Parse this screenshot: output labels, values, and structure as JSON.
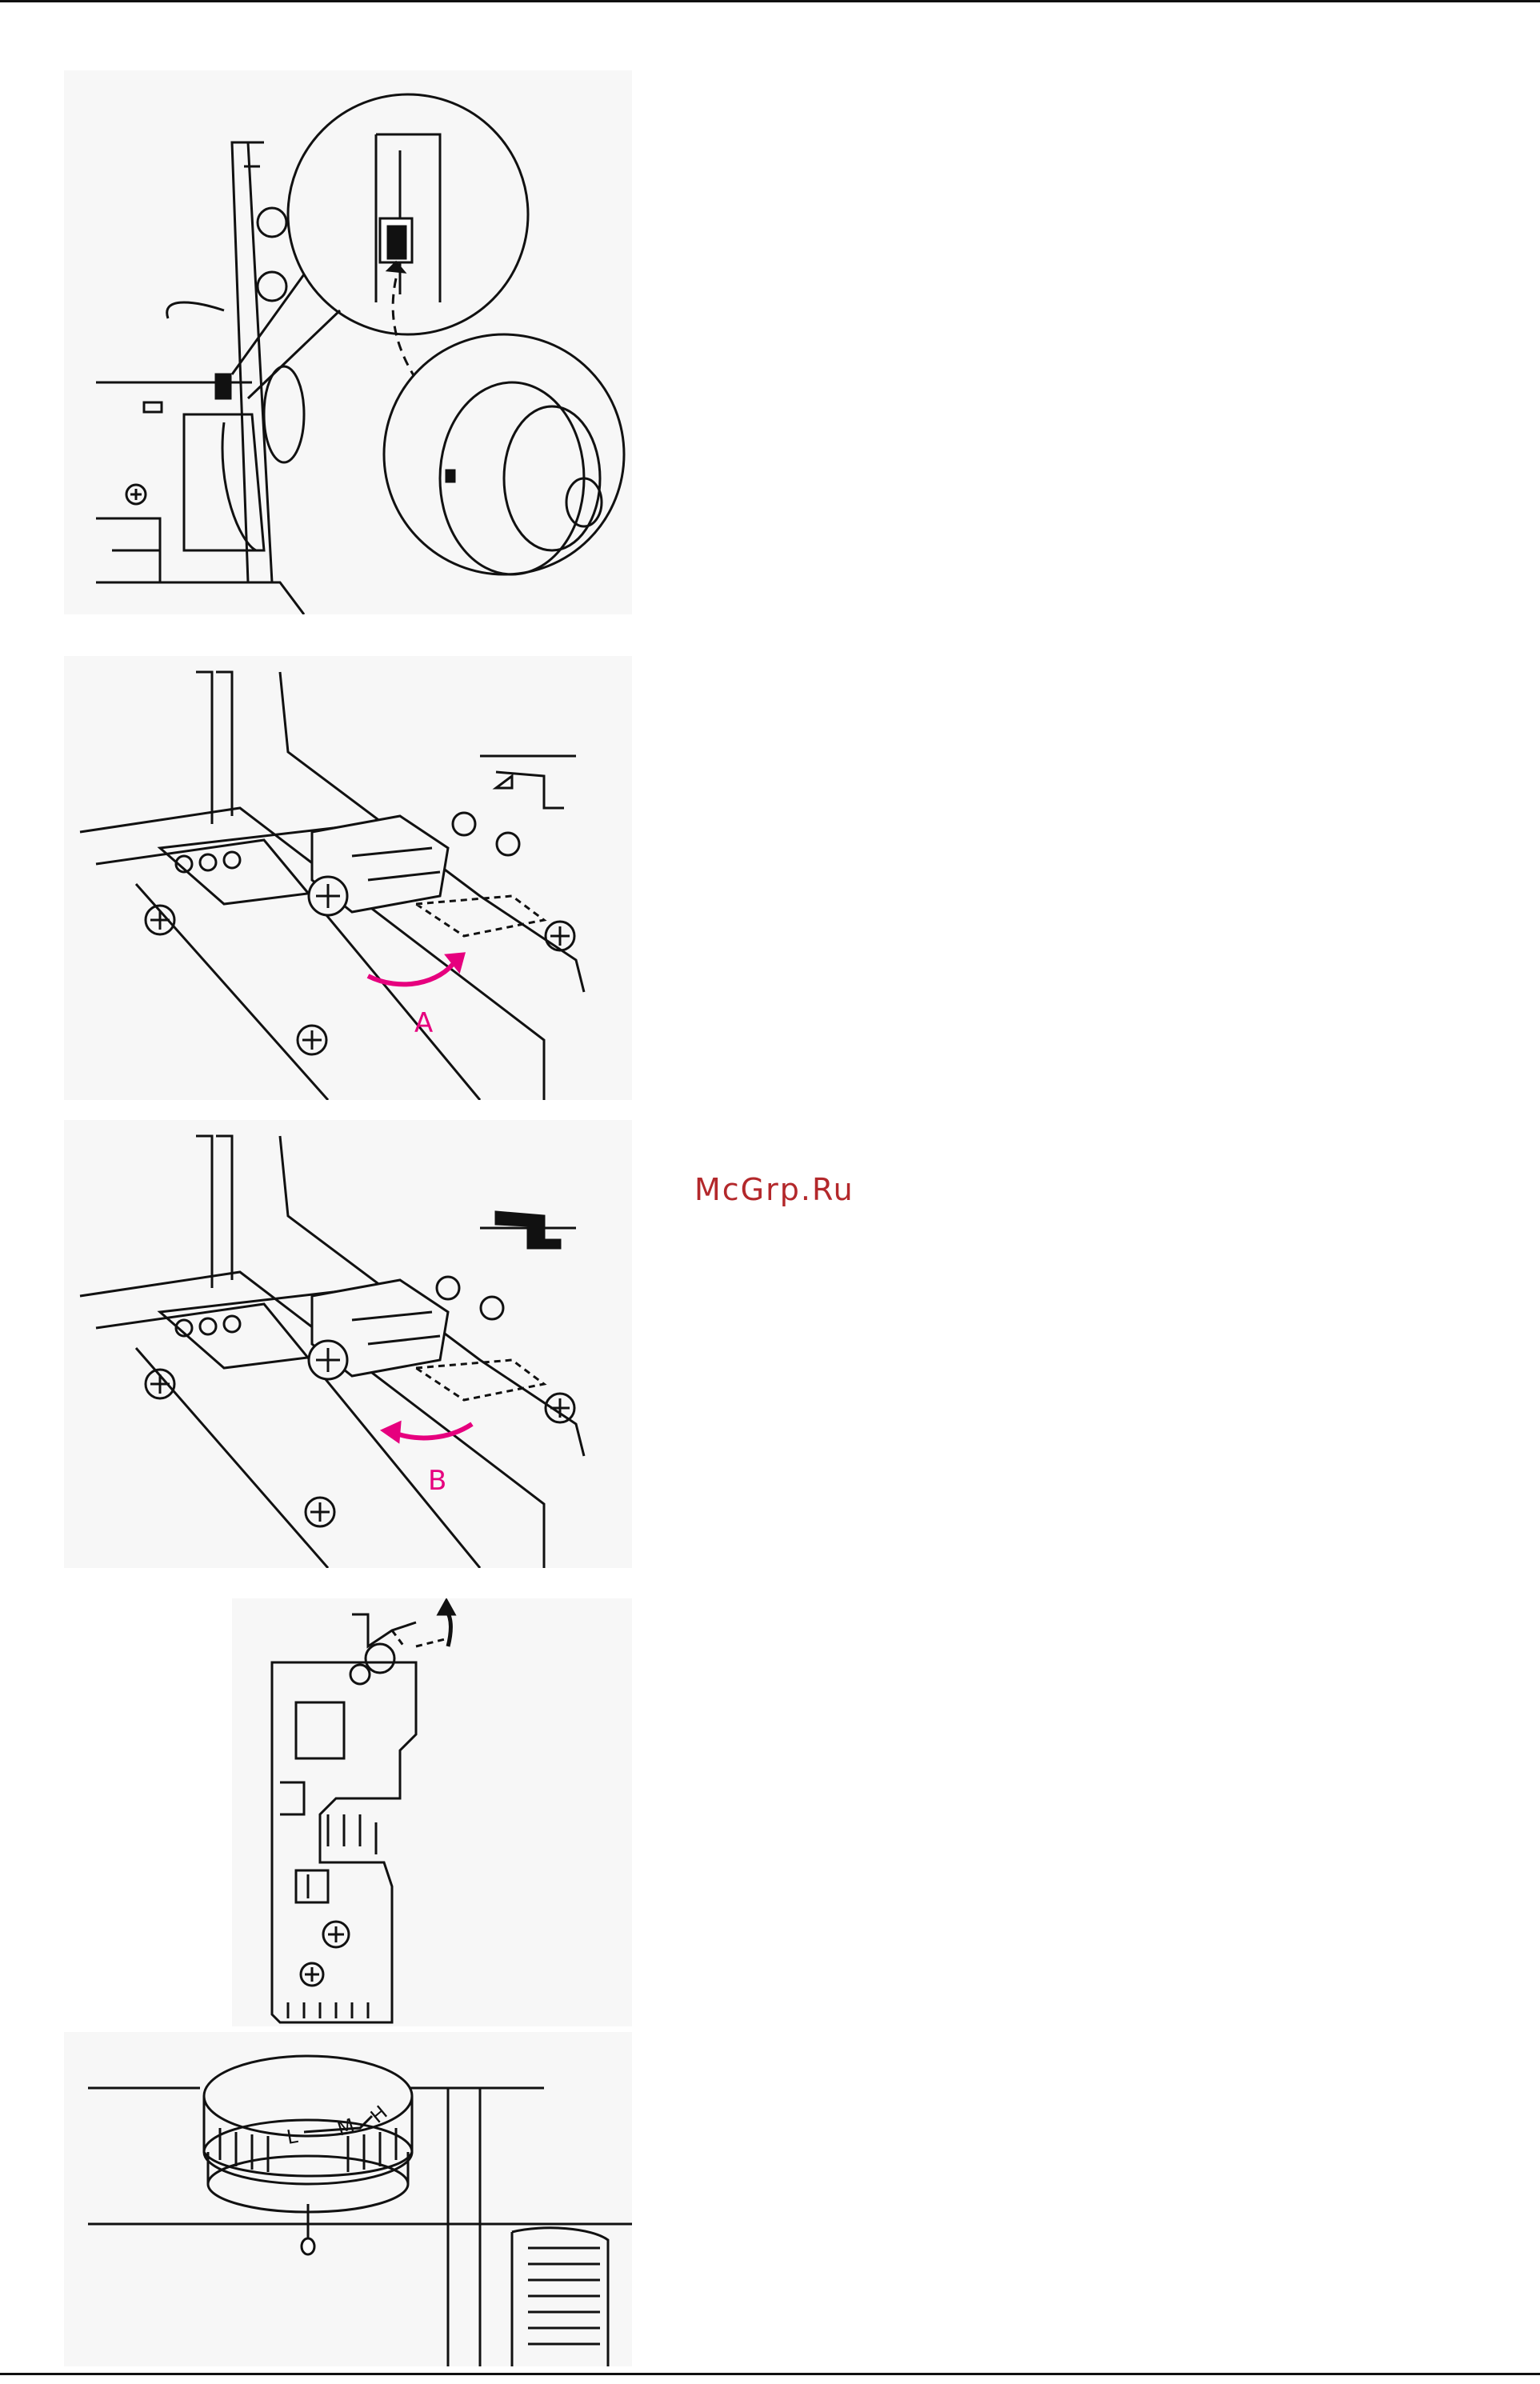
{
  "figures": {
    "looper_label_a": "A",
    "looper_label_b": "B",
    "dial_marks": [
      "L",
      "M",
      "H"
    ]
  },
  "watermark": "McGrp.Ru",
  "colors": {
    "line": "#111111",
    "accent": "#e6007e",
    "watermark": "#b3282b"
  }
}
